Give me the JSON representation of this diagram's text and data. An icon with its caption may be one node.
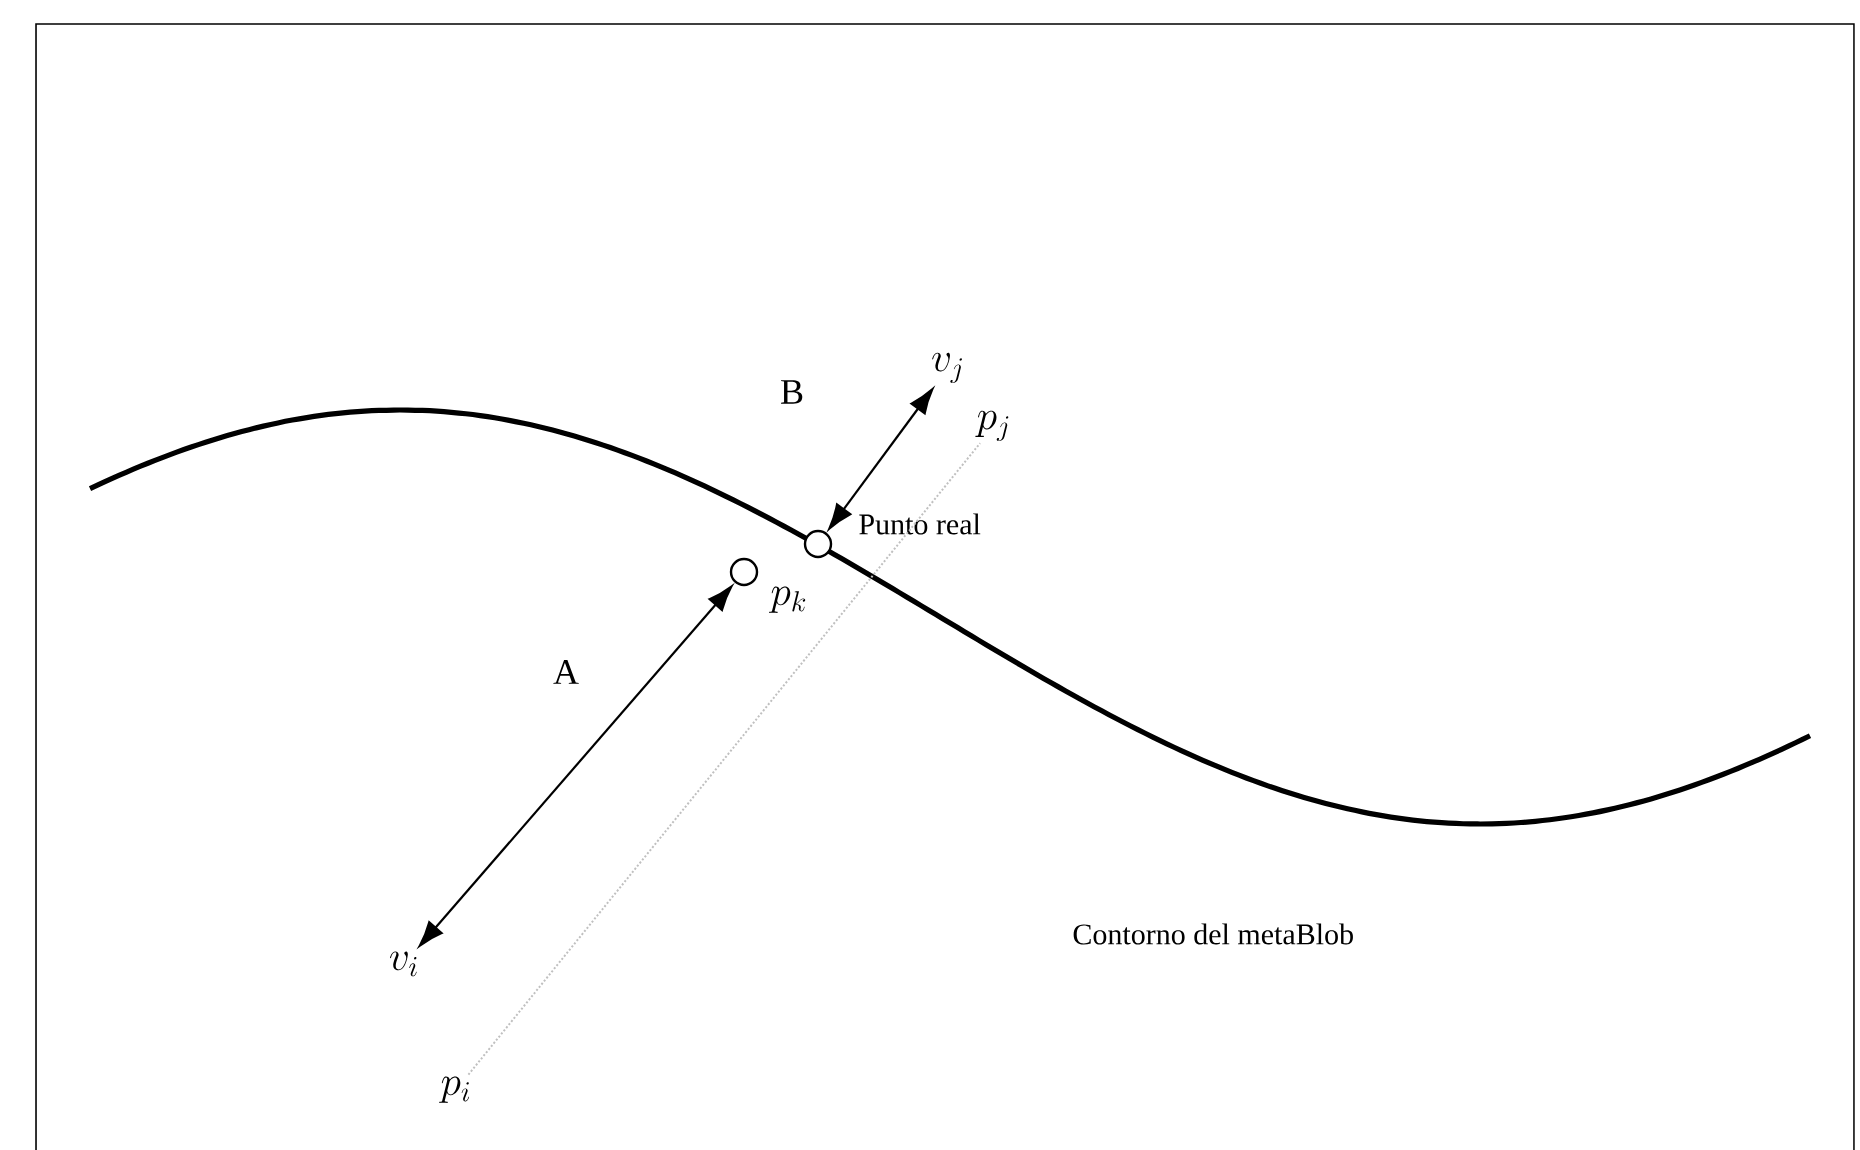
{
  "diagram": {
    "nodes": [
      {
        "text": [
          "v_j"
        ]
      },
      {
        "text": [
          "p_j"
        ]
      },
      {
        "text": [],
        "shape": "circle",
        "beside": [
          "Punto real"
        ]
      },
      {
        "text": [],
        "shape": "circle",
        "beside": [
          "p_k"
        ]
      },
      {
        "text": [
          "v_i"
        ]
      },
      {
        "text": [
          "p_i"
        ]
      }
    ],
    "edges": [
      {
        "from": 2,
        "to": 0,
        "arrow": "both",
        "label": "B"
      },
      {
        "from": 4,
        "to": 3,
        "arrow": "both",
        "label": "A"
      },
      {
        "from": 5,
        "to": 1,
        "arrow": "none",
        "style": "dashed",
        "color": "#c0c0c0"
      }
    ],
    "labels": [
      "Contorno del metaBlob"
    ]
  }
}
